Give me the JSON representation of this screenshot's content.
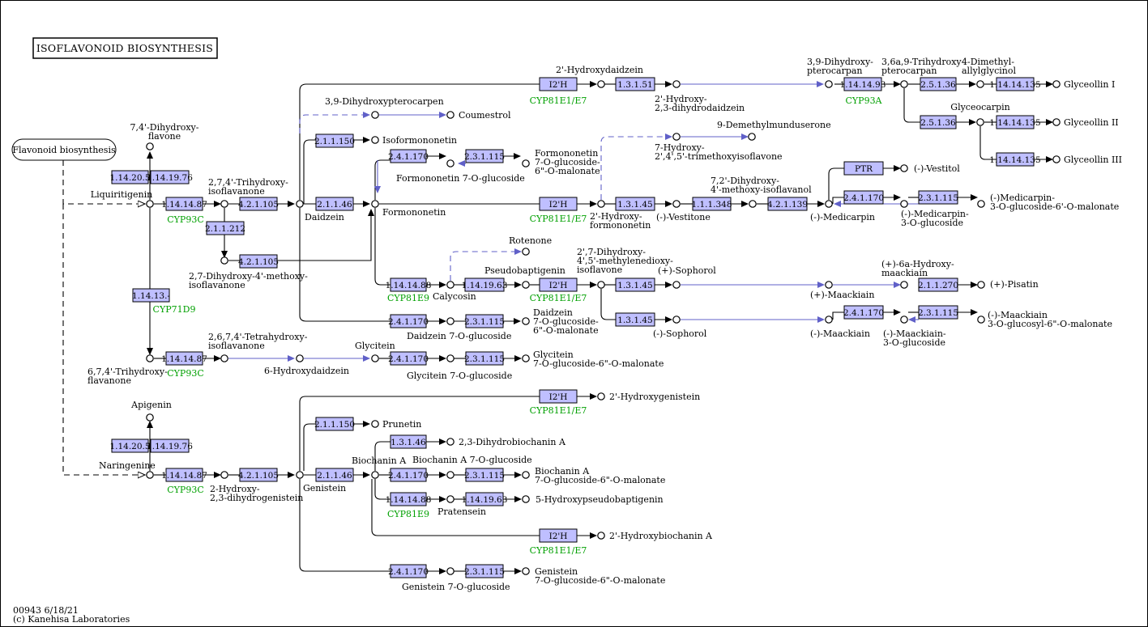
{
  "title": "ISOFLAVONOID  BIOSYNTHESIS",
  "footer": {
    "id_date": "00943 6/18/21",
    "copyright": "(c) Kanehisa Laboratories"
  },
  "colors": {
    "enzyme_fill": "#bfbfff",
    "gene_text": "#00a000",
    "compound_arrow": "#6060c8",
    "line": "#000000"
  },
  "map_link": "Flavonoid biosynthesis",
  "compounds": [
    {
      "id": "liquiritigenin",
      "label": "Liquiritigenin"
    },
    {
      "id": "dihydroxyflavone",
      "label": "7,4'-Dihydroxy-\nflavone"
    },
    {
      "id": "trihydroxyisoflavanone",
      "label": "2,7,4'-Trihydroxy-\nisoflavanone"
    },
    {
      "id": "dihydroxymethoxy",
      "label": "2,7-Dihydroxy-4'-methoxy-\nisoflavanone"
    },
    {
      "id": "daidzein",
      "label": "Daidzein"
    },
    {
      "id": "dihydroxypterocarpen",
      "label": "3,9-Dihydroxypterocarpen"
    },
    {
      "id": "coumestrol",
      "label": "Coumestrol"
    },
    {
      "id": "isoformononetin",
      "label": "Isoformononetin"
    },
    {
      "id": "formononetin",
      "label": "Formononetin"
    },
    {
      "id": "formononetin_glc",
      "label": "Formononetin 7-O-glucoside"
    },
    {
      "id": "formononetin_mal",
      "label": "Formononetin\n7-O-glucoside-\n6\"-O-malonate"
    },
    {
      "id": "hydroxydaidzein2",
      "label": "2'-Hydroxydaidzein"
    },
    {
      "id": "dihydrodaidzein",
      "label": "2'-Hydroxy-\n2,3-dihydrodaidzein"
    },
    {
      "id": "dihydroxypterocarpan",
      "label": "3,9-Dihydroxy-\npterocarpan"
    },
    {
      "id": "trihydroxypterocarpan",
      "label": "3,6a,9-Trihydroxy-\npterocarpan"
    },
    {
      "id": "dimethylallylglycinol",
      "label": "4-Dimethyl-\nallylglycinol"
    },
    {
      "id": "glyceollin1",
      "label": "Glyceollin I"
    },
    {
      "id": "glyceocarpin",
      "label": "Glyceocarpin"
    },
    {
      "id": "glyceollin2",
      "label": "Glyceollin II"
    },
    {
      "id": "glyceollin3",
      "label": "Glyceollin III"
    },
    {
      "id": "methylmunduserone",
      "label": "9-Demethylmunduserone"
    },
    {
      "id": "trimethoxyisoflavone",
      "label": "7-Hydroxy-\n2',4',5'-trimethoxyisoflavone"
    },
    {
      "id": "hydroxyformononetin",
      "label": "2'-Hydroxy-\nformononetin"
    },
    {
      "id": "vestitone",
      "label": "(-)-Vestitone"
    },
    {
      "id": "methoxyisoflavanol",
      "label": "7,2'-Dihydroxy-\n4'-methoxy-isoflavanol"
    },
    {
      "id": "medicarpin",
      "label": "(-)-Medicarpin"
    },
    {
      "id": "vestitol",
      "label": "(-)-Vestitol"
    },
    {
      "id": "medicarpin_glc",
      "label": "(-)-Medicarpin-\n3-O-glucoside"
    },
    {
      "id": "medicarpin_mal",
      "label": "(-)Medicarpin-\n3-O-glucoside-6'-O-malonate"
    },
    {
      "id": "rotenone",
      "label": "Rotenone"
    },
    {
      "id": "calycosin",
      "label": "Calycosin"
    },
    {
      "id": "pseudobaptigenin",
      "label": "Pseudobaptigenin"
    },
    {
      "id": "methylenedioxy",
      "label": "2',7-Dihydroxy-\n4',5'-methylenedioxy-\nisoflavone"
    },
    {
      "id": "sophorol_plus",
      "label": "(+)-Sophorol"
    },
    {
      "id": "sophorol_minus",
      "label": "(-)-Sophorol"
    },
    {
      "id": "maackiain_plus",
      "label": "(+)-Maackiain"
    },
    {
      "id": "hydroxymaackiain",
      "label": "(+)-6a-Hydroxy-\nmaackiain"
    },
    {
      "id": "pisatin",
      "label": "(+)-Pisatin"
    },
    {
      "id": "maackiain_minus",
      "label": "(-)-Maackiain"
    },
    {
      "id": "maackiain_glc",
      "label": "(-)-Maackiain-\n3-O-glucoside"
    },
    {
      "id": "maackiain_mal",
      "label": "(-)-Maackiain\n3-O-glucosyl-6\"-O-malonate"
    },
    {
      "id": "daidzein_glc",
      "label": "Daidzein 7-O-glucoside"
    },
    {
      "id": "daidzein_mal",
      "label": "Daidzein\n7-O-glucoside-\n6\"-O-malonate"
    },
    {
      "id": "trihydroxyflavanone",
      "label": "6,7,4'-Trihydroxy-\nflavanone"
    },
    {
      "id": "tetrahydroxy",
      "label": "2,6,7,4'-Tetrahydroxy-\nisoflavanone"
    },
    {
      "id": "hydroxydaidzein6",
      "label": "6-Hydroxydaidzein"
    },
    {
      "id": "glycitein",
      "label": "Glycitein"
    },
    {
      "id": "glycitein_glc",
      "label": "Glycitein 7-O-glucoside"
    },
    {
      "id": "glycitein_mal",
      "label": "Glycitein\n7-O-glucoside-6\"-O-malonate"
    },
    {
      "id": "apigenin",
      "label": "Apigenin"
    },
    {
      "id": "naringenine",
      "label": "Naringenine"
    },
    {
      "id": "dihydrogenistein",
      "label": "2-Hydroxy-\n2,3-dihydrogenistein"
    },
    {
      "id": "genistein",
      "label": "Genistein"
    },
    {
      "id": "hydroxygenistein",
      "label": "2'-Hydroxygenistein"
    },
    {
      "id": "prunetin",
      "label": "Prunetin"
    },
    {
      "id": "biochaninA",
      "label": "Biochanin A"
    },
    {
      "id": "dihydrobiochanin",
      "label": "2,3-Dihydrobiochanin A"
    },
    {
      "id": "biochanin_glc",
      "label": "Biochanin A 7-O-glucoside"
    },
    {
      "id": "biochanin_mal",
      "label": "Biochanin A\n7-O-glucoside-6\"-O-malonate"
    },
    {
      "id": "pratensein",
      "label": "Pratensein"
    },
    {
      "id": "hydroxypseudobaptigenin",
      "label": "5-Hydroxypseudobaptigenin"
    },
    {
      "id": "hydroxybiochanin",
      "label": "2'-Hydroxybiochanin A"
    },
    {
      "id": "genistein_glc",
      "label": "Genistein 7-O-glucoside"
    },
    {
      "id": "genistein_mal",
      "label": "Genistein\n7-O-glucoside-6\"-O-malonate"
    }
  ],
  "enzymes": [
    {
      "id": "e_1_14_20_5_a",
      "label": "1.14.20.5"
    },
    {
      "id": "e_1_14_19_76_a",
      "label": "1.14.19.76"
    },
    {
      "id": "e_cyp93c_1",
      "label": "1.14.14.87"
    },
    {
      "id": "e_42_1105_a",
      "label": "4.2.1.105"
    },
    {
      "id": "e_2_1_1_212",
      "label": "2.1.1.212"
    },
    {
      "id": "e_42_1105_b",
      "label": "4.2.1.105"
    },
    {
      "id": "e_1_14_13",
      "label": "1.14.13.-"
    },
    {
      "id": "e_2_1_1_150_a",
      "label": "2.1.1.150"
    },
    {
      "id": "e_2_1_1_46_a",
      "label": "2.1.1.46"
    },
    {
      "id": "e_2_4_1_170_a",
      "label": "2.4.1.170"
    },
    {
      "id": "e_2_3_1_115_a",
      "label": "2.3.1.115"
    },
    {
      "id": "e_i2h_1",
      "label": "I2'H"
    },
    {
      "id": "e_1_3_1_51",
      "label": "1.3.1.51"
    },
    {
      "id": "e_1_14_14_93",
      "label": "1.14.14.93"
    },
    {
      "id": "e_2_5_1_36_a",
      "label": "2.5.1.36"
    },
    {
      "id": "e_1_14_14_135_a",
      "label": "1.14.14.135"
    },
    {
      "id": "e_2_5_1_36_b",
      "label": "2.5.1.36"
    },
    {
      "id": "e_1_14_14_135_b",
      "label": "1.14.14.135"
    },
    {
      "id": "e_1_14_14_135_c",
      "label": "1.14.14.135"
    },
    {
      "id": "e_i2h_2",
      "label": "I2'H"
    },
    {
      "id": "e_1_3_1_45_a",
      "label": "1.3.1.45"
    },
    {
      "id": "e_1_1_1_348",
      "label": "1.1.1.348"
    },
    {
      "id": "e_4_2_1_139",
      "label": "4.2.1.139"
    },
    {
      "id": "e_ptr",
      "label": "PTR"
    },
    {
      "id": "e_2_4_1_170_b",
      "label": "2.4.1.170"
    },
    {
      "id": "e_2_3_1_115_b",
      "label": "2.3.1.115"
    },
    {
      "id": "e_1_14_14_88_a",
      "label": "1.14.14.88"
    },
    {
      "id": "e_1_14_19_63_a",
      "label": "1.14.19.63"
    },
    {
      "id": "e_i2h_3",
      "label": "I2'H"
    },
    {
      "id": "e_1_3_1_45_b",
      "label": "1.3.1.45"
    },
    {
      "id": "e_2_1_1_270",
      "label": "2.1.1.270"
    },
    {
      "id": "e_1_3_1_45_c",
      "label": "1.3.1.45"
    },
    {
      "id": "e_2_4_1_170_c",
      "label": "2.4.1.170"
    },
    {
      "id": "e_2_3_1_115_c",
      "label": "2.3.1.115"
    },
    {
      "id": "e_2_4_1_170_d",
      "label": "2.4.1.170"
    },
    {
      "id": "e_2_3_1_115_d",
      "label": "2.3.1.115"
    },
    {
      "id": "e_cyp93c_2",
      "label": "1.14.14.87"
    },
    {
      "id": "e_2_4_1_170_e",
      "label": "2.4.1.170"
    },
    {
      "id": "e_2_3_1_115_e",
      "label": "2.3.1.115"
    },
    {
      "id": "e_1_14_20_5_b",
      "label": "1.14.20.5"
    },
    {
      "id": "e_1_14_19_76_b",
      "label": "1.14.19.76"
    },
    {
      "id": "e_cyp93c_3",
      "label": "1.14.14.87"
    },
    {
      "id": "e_42_1105_c",
      "label": "4.2.1.105"
    },
    {
      "id": "e_2_1_1_46_b",
      "label": "2.1.1.46"
    },
    {
      "id": "e_i2h_4",
      "label": "I2'H"
    },
    {
      "id": "e_2_1_1_150_b",
      "label": "2.1.1.150"
    },
    {
      "id": "e_1_3_1_46",
      "label": "1.3.1.46"
    },
    {
      "id": "e_2_4_1_170_f",
      "label": "2.4.1.170"
    },
    {
      "id": "e_2_3_1_115_f",
      "label": "2.3.1.115"
    },
    {
      "id": "e_1_14_14_88_b",
      "label": "1.14.14.88"
    },
    {
      "id": "e_1_14_19_63_b",
      "label": "1.14.19.63"
    },
    {
      "id": "e_i2h_5",
      "label": "I2'H"
    },
    {
      "id": "e_2_4_1_170_g",
      "label": "2.4.1.170"
    },
    {
      "id": "e_2_3_1_115_g",
      "label": "2.3.1.115"
    }
  ],
  "genes": [
    {
      "id": "g1",
      "label": "CYP81E1/E7"
    },
    {
      "id": "g2",
      "label": "CYP93A"
    },
    {
      "id": "g3",
      "label": "CYP93C"
    },
    {
      "id": "g4",
      "label": "CYP81E1/E7"
    },
    {
      "id": "g5",
      "label": "CYP71D9"
    },
    {
      "id": "g6",
      "label": "CYP81E9"
    },
    {
      "id": "g7",
      "label": "CYP81E1/E7"
    },
    {
      "id": "g8",
      "label": "CYP93C"
    },
    {
      "id": "g9",
      "label": "CYP93C"
    },
    {
      "id": "g10",
      "label": "CYP81E1/E7"
    },
    {
      "id": "g11",
      "label": "CYP81E9"
    },
    {
      "id": "g12",
      "label": "CYP81E1/E7"
    }
  ]
}
